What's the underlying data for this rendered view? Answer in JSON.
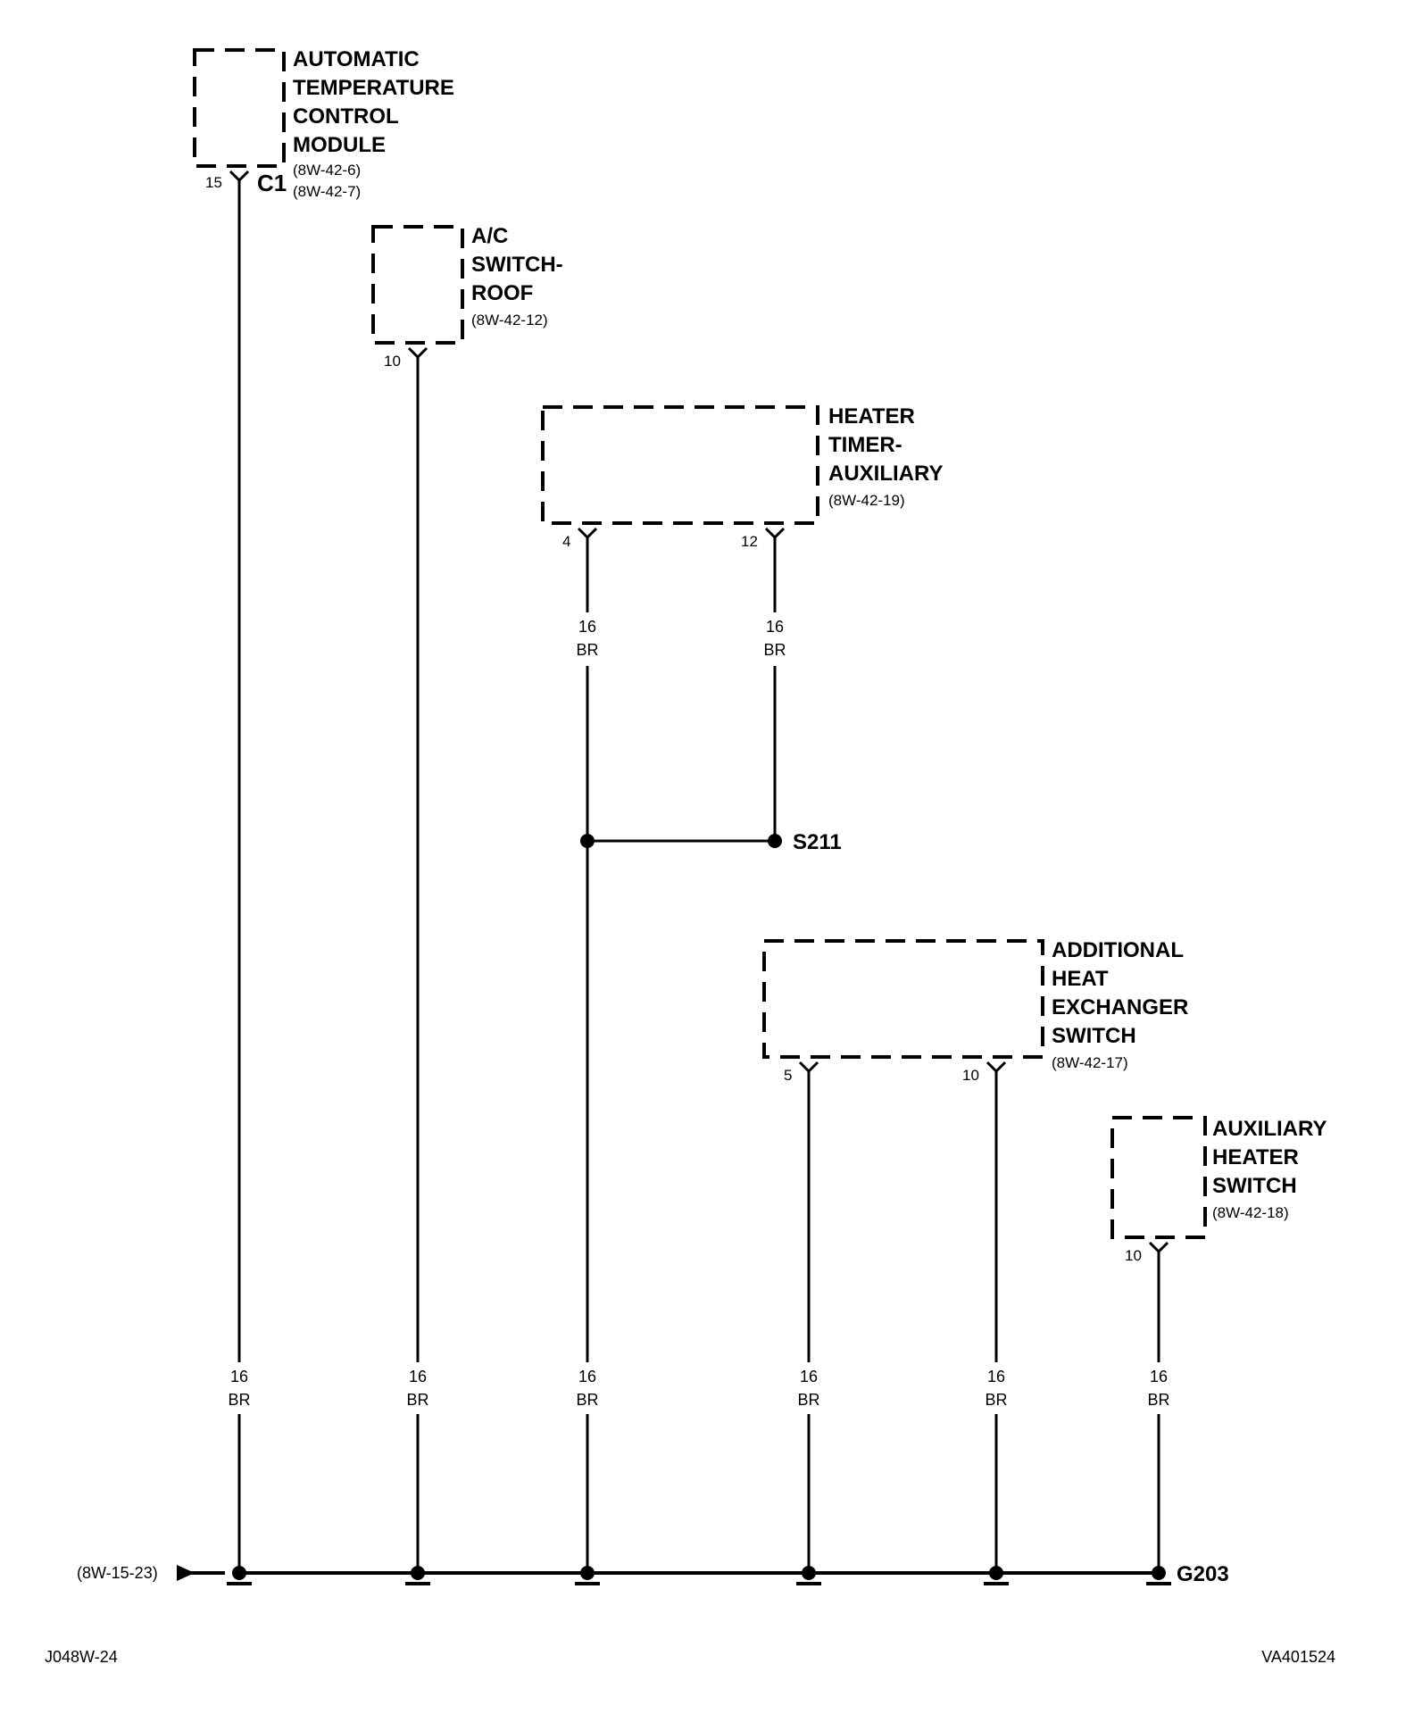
{
  "components": {
    "atc_module": {
      "name_lines": [
        "AUTOMATIC",
        "TEMPERATURE",
        "CONTROL",
        "MODULE"
      ],
      "ref_lines": [
        "(8W-42-6)",
        "(8W-42-7)"
      ],
      "pin": "15",
      "connector": "C1"
    },
    "ac_switch_roof": {
      "name_lines": [
        "A/C",
        "SWITCH-",
        "ROOF"
      ],
      "ref_lines": [
        "(8W-42-12)"
      ],
      "pin": "10"
    },
    "heater_timer_auxiliary": {
      "name_lines": [
        "HEATER",
        "TIMER-",
        "AUXILIARY"
      ],
      "ref_lines": [
        "(8W-42-19)"
      ],
      "pin_left": "4",
      "pin_right": "12"
    },
    "additional_heat_exchanger_switch": {
      "name_lines": [
        "ADDITIONAL",
        "HEAT",
        "EXCHANGER",
        "SWITCH"
      ],
      "ref_lines": [
        "(8W-42-17)"
      ],
      "pin_left": "5",
      "pin_right": "10"
    },
    "auxiliary_heater_switch": {
      "name_lines": [
        "AUXILIARY",
        "HEATER",
        "SWITCH"
      ],
      "ref_lines": [
        "(8W-42-18)"
      ],
      "pin": "10"
    }
  },
  "wire_labels": {
    "timer_pin4": {
      "gauge": "16",
      "color": "BR"
    },
    "timer_pin12": {
      "gauge": "16",
      "color": "BR"
    },
    "atc": {
      "gauge": "16",
      "color": "BR"
    },
    "ac_roof": {
      "gauge": "16",
      "color": "BR"
    },
    "splice_down": {
      "gauge": "16",
      "color": "BR"
    },
    "exchanger_pin5": {
      "gauge": "16",
      "color": "BR"
    },
    "exchanger_pin10": {
      "gauge": "16",
      "color": "BR"
    },
    "aux_heater": {
      "gauge": "16",
      "color": "BR"
    }
  },
  "splice": {
    "label": "S211"
  },
  "ground": {
    "label": "G203",
    "arrow_ref": "(8W-15-23)"
  },
  "footer": {
    "left_code": "J048W-24",
    "right_code": "VA401524"
  }
}
